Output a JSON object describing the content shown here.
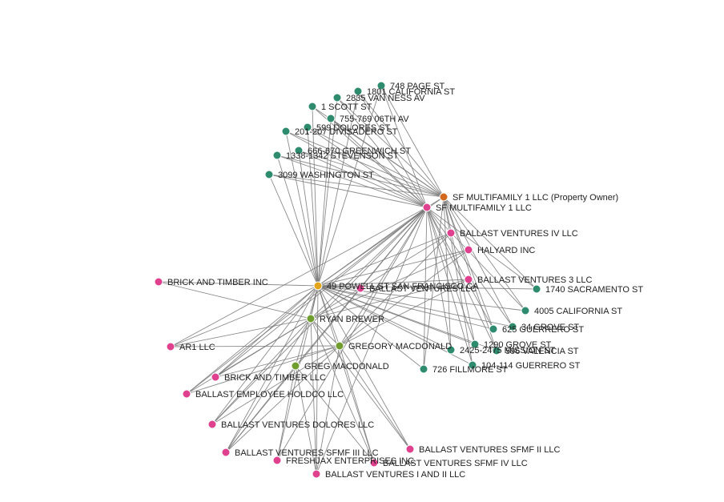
{
  "colors": {
    "property": "#2e8b6e",
    "llc": "#e0418f",
    "person": "#6f9e2f",
    "hub": "#e2a51c",
    "owner": "#d2691e",
    "edge": "#777777"
  },
  "nodes": [
    {
      "id": "owner",
      "label": "SF MULTIFAMILY 1 LLC (Property Owner)",
      "kind": "owner"
    },
    {
      "id": "sfm",
      "label": "SF MULTIFAMILY 1 LLC",
      "kind": "llc"
    },
    {
      "id": "hub",
      "label": "49 POWELL ST SAN FRANCISCO CA",
      "kind": "hub"
    },
    {
      "id": "p748",
      "label": "748 PAGE ST",
      "kind": "property"
    },
    {
      "id": "p1801",
      "label": "1801 CALIFORNIA ST",
      "kind": "property"
    },
    {
      "id": "p2835",
      "label": "2835 VAN NESS AV",
      "kind": "property"
    },
    {
      "id": "p1scott",
      "label": "1 SCOTT ST",
      "kind": "property"
    },
    {
      "id": "p755",
      "label": "755-769 06TH AV",
      "kind": "property"
    },
    {
      "id": "pdol",
      "label": "599 DOLORES ST",
      "kind": "property"
    },
    {
      "id": "p201",
      "label": "201-207 DIVISADERO ST",
      "kind": "property"
    },
    {
      "id": "p666",
      "label": "666-670 GREENWICH ST",
      "kind": "property"
    },
    {
      "id": "p1338",
      "label": "1338-1342 STEVENSON ST",
      "kind": "property"
    },
    {
      "id": "p3099",
      "label": "3099 WASHINGTON ST",
      "kind": "property"
    },
    {
      "id": "p1740",
      "label": "1740 SACRAMENTO ST",
      "kind": "property"
    },
    {
      "id": "p4005",
      "label": "4005 CALIFORNIA ST",
      "kind": "property"
    },
    {
      "id": "p625",
      "label": "625 GUERRERO ST",
      "kind": "property"
    },
    {
      "id": "p1290",
      "label": "1290 GROVE ST",
      "kind": "property"
    },
    {
      "id": "p2425",
      "label": "2425-2475 MISSION ST",
      "kind": "property"
    },
    {
      "id": "p596",
      "label": "596 VALENCIA ST",
      "kind": "property"
    },
    {
      "id": "p104",
      "label": "104-114 GUERRERO ST",
      "kind": "property"
    },
    {
      "id": "p726",
      "label": "726 FILLMORE ST",
      "kind": "property"
    },
    {
      "id": "p34",
      "label": "34 GROVE ST",
      "kind": "property"
    },
    {
      "id": "bv4",
      "label": "BALLAST VENTURES IV LLC",
      "kind": "llc"
    },
    {
      "id": "halyard",
      "label": "HALYARD INC",
      "kind": "llc"
    },
    {
      "id": "bv3",
      "label": "BALLAST VENTURES 3 LLC",
      "kind": "llc"
    },
    {
      "id": "bvmid",
      "label": "BALLAST VENTURES LLC",
      "kind": "llc"
    },
    {
      "id": "bt",
      "label": "BRICK AND TIMBER INC",
      "kind": "llc"
    },
    {
      "id": "ryan",
      "label": "RYAN BREWER",
      "kind": "person"
    },
    {
      "id": "ar1",
      "label": "AR1 LLC",
      "kind": "llc"
    },
    {
      "id": "gmac1",
      "label": "GREGORY MACDONALD",
      "kind": "person"
    },
    {
      "id": "gmac2",
      "label": "GREG MACDONALD",
      "kind": "person"
    },
    {
      "id": "btllc",
      "label": "BRICK AND TIMBER LLC",
      "kind": "llc"
    },
    {
      "id": "behold",
      "label": "BALLAST EMPLOYEE HOLDCO LLC",
      "kind": "llc"
    },
    {
      "id": "bvdol",
      "label": "BALLAST VENTURES DOLORES LLC",
      "kind": "llc"
    },
    {
      "id": "bvs2",
      "label": "BALLAST VENTURES SFMF II LLC",
      "kind": "llc"
    },
    {
      "id": "bvs3",
      "label": "BALLAST VENTURES SFMF III LLC",
      "kind": "llc"
    },
    {
      "id": "fresh",
      "label": "FRESHJAX ENTERPRISES INC",
      "kind": "llc"
    },
    {
      "id": "bvs4",
      "label": "BALLAST VENTURES SFMF IV LLC",
      "kind": "llc"
    },
    {
      "id": "bv12",
      "label": "BALLAST VENTURES I AND II LLC",
      "kind": "llc"
    }
  ],
  "edges": [
    [
      "sfm",
      "owner"
    ],
    [
      "owner",
      "p748"
    ],
    [
      "owner",
      "p1801"
    ],
    [
      "owner",
      "p2835"
    ],
    [
      "owner",
      "p1scott"
    ],
    [
      "owner",
      "p755"
    ],
    [
      "owner",
      "pdol"
    ],
    [
      "owner",
      "p201"
    ],
    [
      "owner",
      "p666"
    ],
    [
      "owner",
      "p1338"
    ],
    [
      "owner",
      "p3099"
    ],
    [
      "owner",
      "p1740"
    ],
    [
      "owner",
      "p4005"
    ],
    [
      "owner",
      "p625"
    ],
    [
      "owner",
      "p1290"
    ],
    [
      "owner",
      "p2425"
    ],
    [
      "owner",
      "p596"
    ],
    [
      "owner",
      "p104"
    ],
    [
      "owner",
      "p726"
    ],
    [
      "owner",
      "p34"
    ],
    [
      "sfm",
      "p748"
    ],
    [
      "sfm",
      "p1801"
    ],
    [
      "sfm",
      "p2835"
    ],
    [
      "sfm",
      "p1scott"
    ],
    [
      "sfm",
      "p755"
    ],
    [
      "sfm",
      "pdol"
    ],
    [
      "sfm",
      "p201"
    ],
    [
      "sfm",
      "p666"
    ],
    [
      "sfm",
      "p1338"
    ],
    [
      "sfm",
      "p3099"
    ],
    [
      "sfm",
      "p1740"
    ],
    [
      "sfm",
      "p4005"
    ],
    [
      "sfm",
      "p625"
    ],
    [
      "sfm",
      "p1290"
    ],
    [
      "sfm",
      "p2425"
    ],
    [
      "sfm",
      "p596"
    ],
    [
      "sfm",
      "p104"
    ],
    [
      "sfm",
      "p726"
    ],
    [
      "sfm",
      "p34"
    ],
    [
      "hub",
      "p748"
    ],
    [
      "hub",
      "p1801"
    ],
    [
      "hub",
      "p2835"
    ],
    [
      "hub",
      "p1scott"
    ],
    [
      "hub",
      "p755"
    ],
    [
      "hub",
      "pdol"
    ],
    [
      "hub",
      "p201"
    ],
    [
      "hub",
      "p666"
    ],
    [
      "hub",
      "p1338"
    ],
    [
      "hub",
      "p3099"
    ],
    [
      "hub",
      "p1740"
    ],
    [
      "hub",
      "p4005"
    ],
    [
      "hub",
      "p625"
    ],
    [
      "hub",
      "p1290"
    ],
    [
      "hub",
      "p2425"
    ],
    [
      "hub",
      "p596"
    ],
    [
      "hub",
      "p104"
    ],
    [
      "hub",
      "p726"
    ],
    [
      "hub",
      "p34"
    ],
    [
      "hub",
      "sfm"
    ],
    [
      "hub",
      "owner"
    ],
    [
      "hub",
      "bv4"
    ],
    [
      "hub",
      "halyard"
    ],
    [
      "hub",
      "bv3"
    ],
    [
      "hub",
      "bvmid"
    ],
    [
      "hub",
      "bt"
    ],
    [
      "hub",
      "ryan"
    ],
    [
      "hub",
      "ar1"
    ],
    [
      "hub",
      "gmac1"
    ],
    [
      "hub",
      "gmac2"
    ],
    [
      "hub",
      "btllc"
    ],
    [
      "hub",
      "behold"
    ],
    [
      "hub",
      "bvdol"
    ],
    [
      "hub",
      "bvs2"
    ],
    [
      "hub",
      "bvs3"
    ],
    [
      "hub",
      "fresh"
    ],
    [
      "hub",
      "bvs4"
    ],
    [
      "hub",
      "bv12"
    ],
    [
      "sfm",
      "ryan"
    ],
    [
      "sfm",
      "gmac1"
    ],
    [
      "sfm",
      "gmac2"
    ],
    [
      "sfm",
      "ar1"
    ],
    [
      "sfm",
      "behold"
    ],
    [
      "sfm",
      "bvdol"
    ],
    [
      "sfm",
      "bvs3"
    ],
    [
      "sfm",
      "btllc"
    ],
    [
      "sfm",
      "bv12"
    ],
    [
      "sfm",
      "fresh"
    ],
    [
      "ryan",
      "bt"
    ],
    [
      "ryan",
      "ar1"
    ],
    [
      "ryan",
      "btllc"
    ],
    [
      "ryan",
      "behold"
    ],
    [
      "ryan",
      "bvdol"
    ],
    [
      "ryan",
      "bvs3"
    ],
    [
      "ryan",
      "bv12"
    ],
    [
      "ryan",
      "bvs4"
    ],
    [
      "ryan",
      "bvs2"
    ],
    [
      "ryan",
      "halyard"
    ],
    [
      "ryan",
      "bv4"
    ],
    [
      "ryan",
      "bv3"
    ],
    [
      "ryan",
      "gmac1"
    ],
    [
      "gmac1",
      "ar1"
    ],
    [
      "gmac1",
      "btllc"
    ],
    [
      "gmac1",
      "behold"
    ],
    [
      "gmac1",
      "bvdol"
    ],
    [
      "gmac1",
      "bvs2"
    ],
    [
      "gmac1",
      "bvs3"
    ],
    [
      "gmac1",
      "bvs4"
    ],
    [
      "gmac1",
      "bv12"
    ],
    [
      "gmac1",
      "halyard"
    ],
    [
      "gmac1",
      "bv4"
    ],
    [
      "gmac1",
      "bv3"
    ],
    [
      "gmac2",
      "bvs3"
    ],
    [
      "gmac2",
      "fresh"
    ],
    [
      "gmac2",
      "bv12"
    ],
    [
      "gmac2",
      "bvs4"
    ]
  ]
}
